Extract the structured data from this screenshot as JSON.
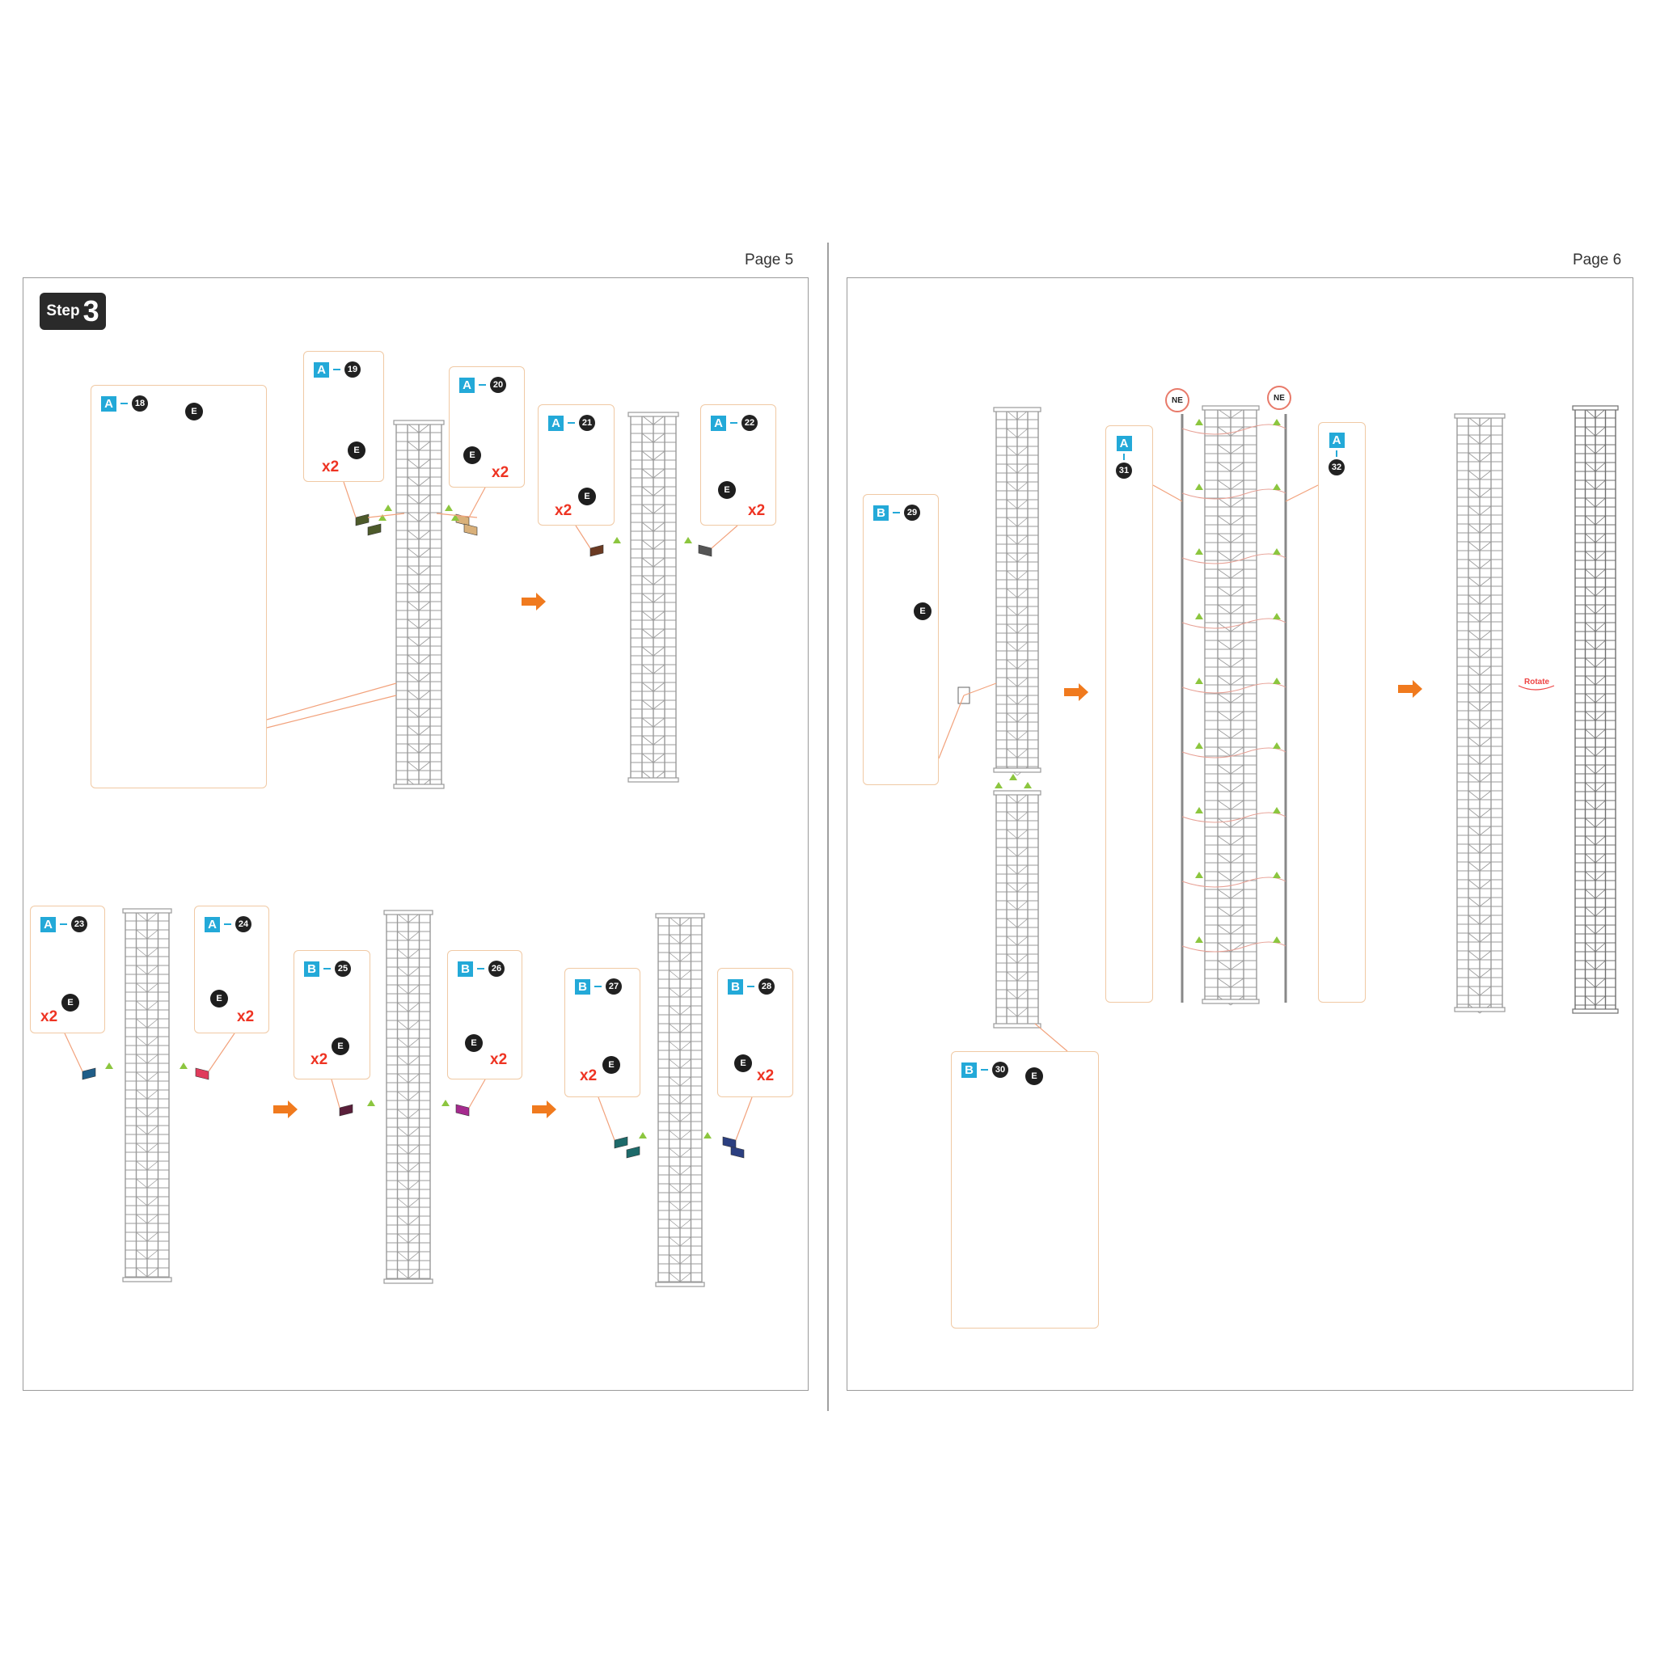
{
  "pages": [
    {
      "label": "Page 5"
    },
    {
      "label": "Page 6"
    }
  ],
  "step": {
    "word": "Step",
    "number": "3"
  },
  "ebadge": "E",
  "ne_label": "NE",
  "rotate_label": "Rotate",
  "parts": [
    {
      "id": "p18",
      "sheet": "A",
      "num": "18",
      "color": "#d4553a"
    },
    {
      "id": "p19",
      "sheet": "A",
      "num": "19",
      "color": "#4d5a2a",
      "x2": "x2"
    },
    {
      "id": "p20",
      "sheet": "A",
      "num": "20",
      "color": "#d9b07a",
      "x2": "x2"
    },
    {
      "id": "p21",
      "sheet": "A",
      "num": "21",
      "color": "#6b3a22",
      "x2": "x2"
    },
    {
      "id": "p22",
      "sheet": "A",
      "num": "22",
      "color": "#555555",
      "x2": "x2"
    },
    {
      "id": "p23",
      "sheet": "A",
      "num": "23",
      "color": "#1f5d88",
      "x2": "x2"
    },
    {
      "id": "p24",
      "sheet": "A",
      "num": "24",
      "color": "#e03b5b",
      "x2": "x2"
    },
    {
      "id": "p25",
      "sheet": "B",
      "num": "25",
      "color": "#5a1f3a",
      "x2": "x2"
    },
    {
      "id": "p26",
      "sheet": "B",
      "num": "26",
      "color": "#a52a8e",
      "x2": "x2"
    },
    {
      "id": "p27",
      "sheet": "B",
      "num": "27",
      "color": "#1d6a6a",
      "x2": "x2"
    },
    {
      "id": "p28",
      "sheet": "B",
      "num": "28",
      "color": "#2b3f80",
      "x2": "x2"
    },
    {
      "id": "p29",
      "sheet": "B",
      "num": "29",
      "color": "#a6c94a"
    },
    {
      "id": "p30",
      "sheet": "B",
      "num": "30",
      "color": "#d4553a"
    },
    {
      "id": "p31",
      "sheet": "A",
      "num": "31",
      "color": "#2a8a5a"
    },
    {
      "id": "p32",
      "sheet": "A",
      "num": "32",
      "color": "#c24a5e"
    }
  ],
  "colors": {
    "accent_arrow": "#f07a1e",
    "leader": "#f2a27c",
    "tower": "#9a9a9a",
    "callout_border": "#f0c9a4",
    "sheet_tag": "#23a9d8"
  }
}
